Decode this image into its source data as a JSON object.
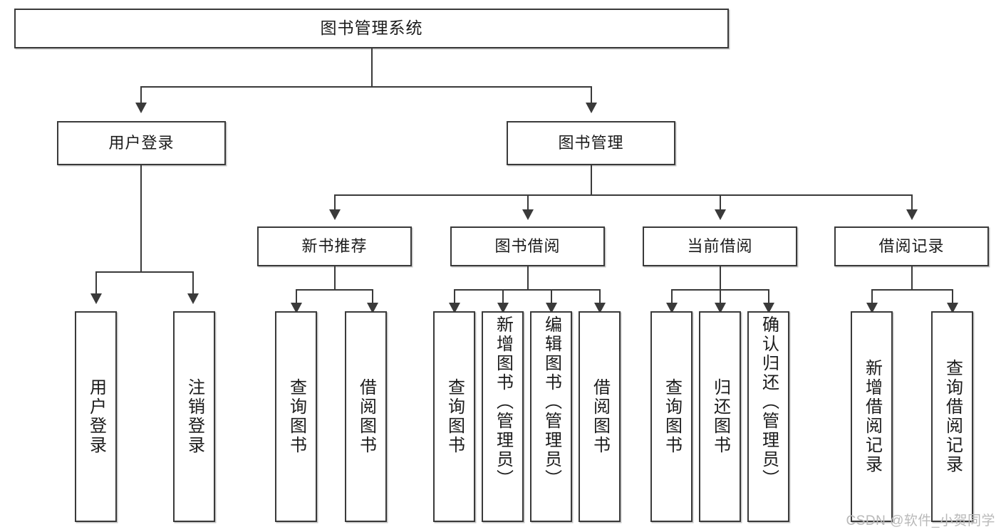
{
  "diagram": {
    "type": "tree-hierarchy-chart",
    "title": "图书管理系统",
    "watermark": "CSDN @软件_小贺同学",
    "colors": {
      "box_border": "#3a3a3a",
      "box_fill": "#ffffff",
      "connector": "#3a3a3a",
      "background": "#ffffff",
      "watermark": "#b9b9b9"
    },
    "root": {
      "label": "图书管理系统"
    },
    "level1": [
      {
        "label": "用户登录"
      },
      {
        "label": "图书管理"
      }
    ],
    "level2": [
      {
        "label": "新书推荐"
      },
      {
        "label": "图书借阅"
      },
      {
        "label": "当前借阅"
      },
      {
        "label": "借阅记录"
      }
    ],
    "leaves": {
      "user_login": [
        {
          "label": "用户登录"
        },
        {
          "label": "注销登录"
        }
      ],
      "new_book_recommend": [
        {
          "label": "查询图书"
        },
        {
          "label": "借阅图书"
        }
      ],
      "book_borrow": [
        {
          "label": "查询图书"
        },
        {
          "label": "新增图书（管理员）"
        },
        {
          "label": "编辑图书（管理员）"
        },
        {
          "label": "借阅图书"
        }
      ],
      "current_borrow": [
        {
          "label": "查询图书"
        },
        {
          "label": "归还图书"
        },
        {
          "label": "确认归还（管理员）"
        }
      ],
      "borrow_record": [
        {
          "label": "新增借阅记录"
        },
        {
          "label": "查询借阅记录"
        }
      ]
    }
  }
}
